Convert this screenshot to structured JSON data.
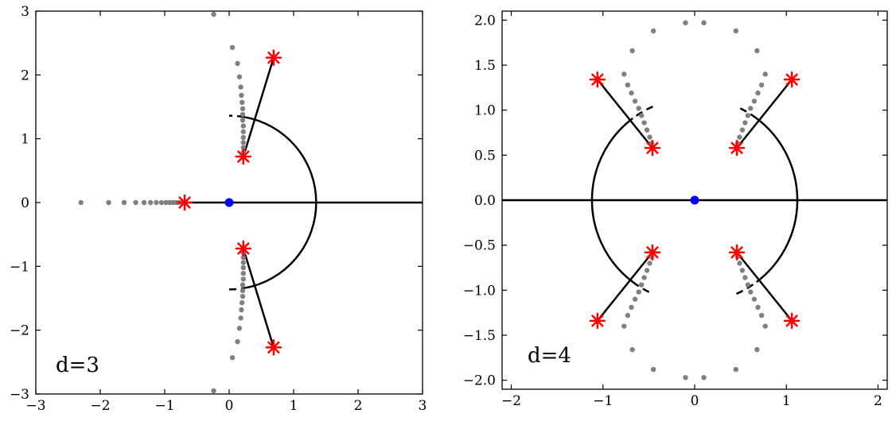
{
  "chart_data": [
    {
      "type": "scatter",
      "annotation": "d=3",
      "xlim": [
        -3,
        3
      ],
      "ylim": [
        -3,
        3
      ],
      "xticks": [
        -3,
        -2,
        -1,
        0,
        1,
        2,
        3
      ],
      "yticks": [
        -3,
        -2,
        -1,
        0,
        1,
        2,
        3
      ],
      "xtick_labels": [
        "−3",
        "−2",
        "−1",
        "0",
        "1",
        "2",
        "3"
      ],
      "ytick_labels": [
        "−3",
        "−2",
        "−1",
        "0",
        "1",
        "2",
        "3"
      ],
      "grid": false,
      "colors": {
        "stars": "#ff0000",
        "origin": "#0000ff",
        "dots": "#808080",
        "lines": "#000000"
      },
      "origin_point": {
        "x": 0,
        "y": 0
      },
      "star_points": [
        {
          "x": -0.69,
          "y": 0
        },
        {
          "x": 0.22,
          "y": 0.72
        },
        {
          "x": 0.22,
          "y": -0.72
        },
        {
          "x": 0.69,
          "y": 2.27
        },
        {
          "x": 0.69,
          "y": -2.27
        }
      ],
      "gray_points": [
        {
          "x": -2.3,
          "y": 0
        },
        {
          "x": -1.87,
          "y": 0
        },
        {
          "x": -1.63,
          "y": 0
        },
        {
          "x": -1.45,
          "y": 0
        },
        {
          "x": -1.32,
          "y": 0
        },
        {
          "x": -1.22,
          "y": 0
        },
        {
          "x": -1.13,
          "y": 0
        },
        {
          "x": -1.05,
          "y": 0
        },
        {
          "x": -0.98,
          "y": 0
        },
        {
          "x": -0.92,
          "y": 0
        },
        {
          "x": -0.87,
          "y": 0
        },
        {
          "x": -0.82,
          "y": 0
        },
        {
          "x": -0.78,
          "y": 0
        },
        {
          "x": -0.74,
          "y": 0
        },
        {
          "x": -0.24,
          "y": 2.95
        },
        {
          "x": 0.05,
          "y": 2.43
        },
        {
          "x": 0.13,
          "y": 2.18
        },
        {
          "x": 0.16,
          "y": 1.97
        },
        {
          "x": 0.18,
          "y": 1.81
        },
        {
          "x": 0.19,
          "y": 1.68
        },
        {
          "x": 0.2,
          "y": 1.57
        },
        {
          "x": 0.21,
          "y": 1.47
        },
        {
          "x": 0.21,
          "y": 1.38
        },
        {
          "x": 0.21,
          "y": 1.29
        },
        {
          "x": 0.22,
          "y": 1.2
        },
        {
          "x": 0.22,
          "y": 1.11
        },
        {
          "x": 0.22,
          "y": 1.02
        },
        {
          "x": 0.22,
          "y": 0.94
        },
        {
          "x": 0.22,
          "y": 0.86
        },
        {
          "x": 0.22,
          "y": 0.79
        },
        {
          "x": -0.24,
          "y": -2.95
        },
        {
          "x": 0.05,
          "y": -2.43
        },
        {
          "x": 0.13,
          "y": -2.18
        },
        {
          "x": 0.16,
          "y": -1.97
        },
        {
          "x": 0.18,
          "y": -1.81
        },
        {
          "x": 0.19,
          "y": -1.68
        },
        {
          "x": 0.2,
          "y": -1.57
        },
        {
          "x": 0.21,
          "y": -1.47
        },
        {
          "x": 0.21,
          "y": -1.38
        },
        {
          "x": 0.21,
          "y": -1.29
        },
        {
          "x": 0.22,
          "y": -1.2
        },
        {
          "x": 0.22,
          "y": -1.11
        },
        {
          "x": 0.22,
          "y": -1.02
        },
        {
          "x": 0.22,
          "y": -0.94
        },
        {
          "x": 0.22,
          "y": -0.86
        },
        {
          "x": 0.22,
          "y": -0.79
        }
      ],
      "segments": [
        {
          "x1": -0.69,
          "y1": 0,
          "x2": 3,
          "y2": 0
        },
        {
          "x1": 0.22,
          "y1": 0.72,
          "x2": 0.69,
          "y2": 2.27
        },
        {
          "x1": 0.22,
          "y1": -0.72,
          "x2": 0.69,
          "y2": -2.27
        }
      ],
      "arcs": [
        {
          "cx": 0,
          "cy": 0,
          "r": 1.35,
          "from_deg": -80,
          "to_deg": 80,
          "style": "solid"
        },
        {
          "cx": 0,
          "cy": 0,
          "r": 1.35,
          "from_deg": 80,
          "to_deg": 90,
          "style": "dashed"
        },
        {
          "cx": 0,
          "cy": 0,
          "r": 1.35,
          "from_deg": -90,
          "to_deg": -80,
          "style": "dashed"
        }
      ]
    },
    {
      "type": "scatter",
      "annotation": "d=4",
      "xlim": [
        -2.1,
        2.1
      ],
      "ylim": [
        -2.1,
        2.1
      ],
      "xticks": [
        -2,
        -1,
        0,
        1,
        2
      ],
      "yticks": [
        -2.0,
        -1.5,
        -1.0,
        -0.5,
        0.0,
        0.5,
        1.0,
        1.5,
        2.0
      ],
      "xtick_labels": [
        "−2",
        "−1",
        "0",
        "1",
        "2"
      ],
      "ytick_labels": [
        "−2.0",
        "−1.5",
        "−1.0",
        "−0.5",
        "0.0",
        "0.5",
        "1.0",
        "1.5",
        "2.0"
      ],
      "grid": false,
      "colors": {
        "stars": "#ff0000",
        "origin": "#0000ff",
        "dots": "#808080",
        "lines": "#000000"
      },
      "origin_point": {
        "x": 0,
        "y": 0
      },
      "star_points": [
        {
          "x": -0.46,
          "y": 0.58
        },
        {
          "x": 0.46,
          "y": 0.58
        },
        {
          "x": -0.46,
          "y": -0.58
        },
        {
          "x": 0.46,
          "y": -0.58
        },
        {
          "x": -1.06,
          "y": 1.34
        },
        {
          "x": 1.06,
          "y": 1.34
        },
        {
          "x": -1.06,
          "y": -1.34
        },
        {
          "x": 1.06,
          "y": -1.34
        }
      ],
      "gray_points": [
        {
          "x": -0.1,
          "y": 1.97
        },
        {
          "x": 0.1,
          "y": 1.97
        },
        {
          "x": -0.45,
          "y": 1.88
        },
        {
          "x": 0.45,
          "y": 1.88
        },
        {
          "x": -0.68,
          "y": 1.66
        },
        {
          "x": 0.68,
          "y": 1.66
        },
        {
          "x": -0.77,
          "y": 1.4
        },
        {
          "x": 0.77,
          "y": 1.4
        },
        {
          "x": -0.73,
          "y": 1.28
        },
        {
          "x": 0.73,
          "y": 1.28
        },
        {
          "x": -0.69,
          "y": 1.19
        },
        {
          "x": 0.69,
          "y": 1.19
        },
        {
          "x": -0.65,
          "y": 1.1
        },
        {
          "x": 0.65,
          "y": 1.1
        },
        {
          "x": -0.61,
          "y": 1.02
        },
        {
          "x": 0.61,
          "y": 1.02
        },
        {
          "x": -0.58,
          "y": 0.94
        },
        {
          "x": 0.58,
          "y": 0.94
        },
        {
          "x": -0.55,
          "y": 0.86
        },
        {
          "x": 0.55,
          "y": 0.86
        },
        {
          "x": -0.52,
          "y": 0.78
        },
        {
          "x": 0.52,
          "y": 0.78
        },
        {
          "x": -0.49,
          "y": 0.7
        },
        {
          "x": 0.49,
          "y": 0.7
        },
        {
          "x": -0.47,
          "y": 0.63
        },
        {
          "x": 0.47,
          "y": 0.63
        },
        {
          "x": -0.1,
          "y": -1.97
        },
        {
          "x": 0.1,
          "y": -1.97
        },
        {
          "x": -0.45,
          "y": -1.88
        },
        {
          "x": 0.45,
          "y": -1.88
        },
        {
          "x": -0.68,
          "y": -1.66
        },
        {
          "x": 0.68,
          "y": -1.66
        },
        {
          "x": -0.77,
          "y": -1.4
        },
        {
          "x": 0.77,
          "y": -1.4
        },
        {
          "x": -0.73,
          "y": -1.28
        },
        {
          "x": 0.73,
          "y": -1.28
        },
        {
          "x": -0.69,
          "y": -1.19
        },
        {
          "x": 0.69,
          "y": -1.19
        },
        {
          "x": -0.65,
          "y": -1.1
        },
        {
          "x": 0.65,
          "y": -1.1
        },
        {
          "x": -0.61,
          "y": -1.02
        },
        {
          "x": 0.61,
          "y": -1.02
        },
        {
          "x": -0.58,
          "y": -0.94
        },
        {
          "x": 0.58,
          "y": -0.94
        },
        {
          "x": -0.55,
          "y": -0.86
        },
        {
          "x": 0.55,
          "y": -0.86
        },
        {
          "x": -0.52,
          "y": -0.78
        },
        {
          "x": 0.52,
          "y": -0.78
        },
        {
          "x": -0.49,
          "y": -0.7
        },
        {
          "x": 0.49,
          "y": -0.7
        },
        {
          "x": -0.47,
          "y": -0.63
        },
        {
          "x": 0.47,
          "y": -0.63
        }
      ],
      "segments": [
        {
          "x1": -2.1,
          "y1": 0,
          "x2": 2.1,
          "y2": 0
        },
        {
          "x1": -0.46,
          "y1": 0.58,
          "x2": -1.06,
          "y2": 1.34
        },
        {
          "x1": 0.46,
          "y1": 0.58,
          "x2": 1.06,
          "y2": 1.34
        },
        {
          "x1": -0.46,
          "y1": -0.58,
          "x2": -1.06,
          "y2": -1.34
        },
        {
          "x1": 0.46,
          "y1": -0.58,
          "x2": 1.06,
          "y2": -1.34
        }
      ],
      "arcs": [
        {
          "cx": 0,
          "cy": 0,
          "r": 1.12,
          "from_deg": -53,
          "to_deg": 53,
          "style": "solid"
        },
        {
          "cx": 0,
          "cy": 0,
          "r": 1.12,
          "from_deg": 127,
          "to_deg": 233,
          "style": "solid"
        },
        {
          "cx": 0,
          "cy": 0,
          "r": 1.12,
          "from_deg": 53,
          "to_deg": 66,
          "style": "dashed"
        },
        {
          "cx": 0,
          "cy": 0,
          "r": 1.12,
          "from_deg": 114,
          "to_deg": 127,
          "style": "dashed"
        },
        {
          "cx": 0,
          "cy": 0,
          "r": 1.12,
          "from_deg": 233,
          "to_deg": 246,
          "style": "dashed"
        },
        {
          "cx": 0,
          "cy": 0,
          "r": 1.12,
          "from_deg": 294,
          "to_deg": 307,
          "style": "dashed"
        }
      ]
    }
  ]
}
